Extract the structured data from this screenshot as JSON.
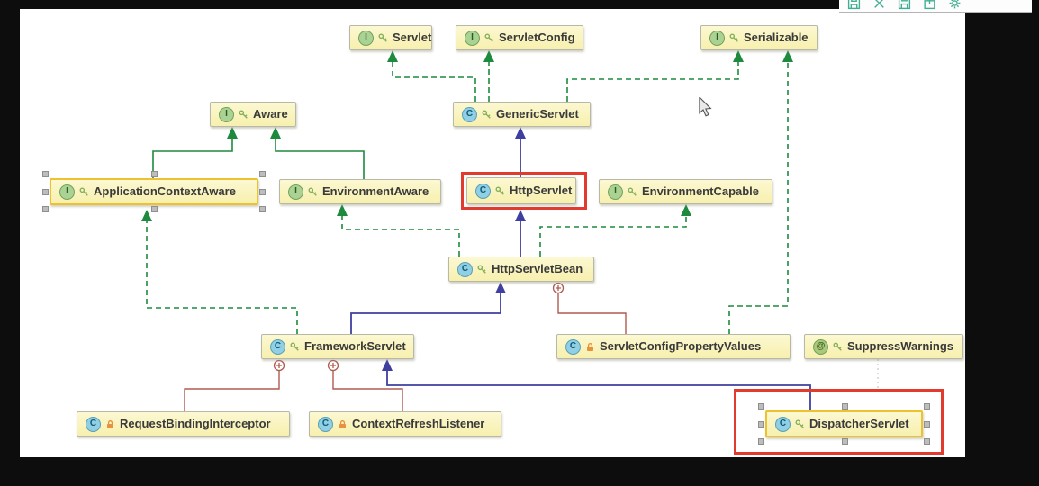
{
  "ui": {
    "view": "IntelliJ IDEA UML class diagram popup",
    "cursor": "arrow-pointer"
  },
  "toolbar": {
    "icons": [
      {
        "name": "save-diagram"
      },
      {
        "name": "actual-size"
      },
      {
        "name": "save-copy"
      },
      {
        "name": "export-to-file"
      },
      {
        "name": "settings"
      }
    ]
  },
  "diagram": {
    "nodes": [
      {
        "id": "servlet",
        "label": "Servlet",
        "kind": "interface",
        "badge": "I",
        "visibility": "public"
      },
      {
        "id": "servlet-config",
        "label": "ServletConfig",
        "kind": "interface",
        "badge": "I",
        "visibility": "public"
      },
      {
        "id": "serializable",
        "label": "Serializable",
        "kind": "interface",
        "badge": "I",
        "visibility": "public"
      },
      {
        "id": "aware",
        "label": "Aware",
        "kind": "interface",
        "badge": "I",
        "visibility": "public"
      },
      {
        "id": "generic-servlet",
        "label": "GenericServlet",
        "kind": "class",
        "badge": "C",
        "visibility": "public"
      },
      {
        "id": "application-context-aware",
        "label": "ApplicationContextAware",
        "kind": "interface",
        "badge": "I",
        "visibility": "public",
        "selected": true
      },
      {
        "id": "environment-aware",
        "label": "EnvironmentAware",
        "kind": "interface",
        "badge": "I",
        "visibility": "public"
      },
      {
        "id": "http-servlet",
        "label": "HttpServlet",
        "kind": "class",
        "badge": "C",
        "visibility": "public",
        "highlighted_red_box": true
      },
      {
        "id": "environment-capable",
        "label": "EnvironmentCapable",
        "kind": "interface",
        "badge": "I",
        "visibility": "public"
      },
      {
        "id": "http-servlet-bean",
        "label": "HttpServletBean",
        "kind": "class",
        "badge": "C",
        "visibility": "public"
      },
      {
        "id": "framework-servlet",
        "label": "FrameworkServlet",
        "kind": "class",
        "badge": "C",
        "visibility": "public"
      },
      {
        "id": "servlet-config-property-values",
        "label": "ServletConfigPropertyValues",
        "kind": "class",
        "badge": "C",
        "visibility": "private"
      },
      {
        "id": "suppress-warnings",
        "label": "SuppressWarnings",
        "kind": "annotation",
        "badge": "@",
        "visibility": "public"
      },
      {
        "id": "request-binding-interceptor",
        "label": "RequestBindingInterceptor",
        "kind": "class",
        "badge": "C",
        "visibility": "private"
      },
      {
        "id": "context-refresh-listener",
        "label": "ContextRefreshListener",
        "kind": "class",
        "badge": "C",
        "visibility": "private"
      },
      {
        "id": "dispatcher-servlet",
        "label": "DispatcherServlet",
        "kind": "class",
        "badge": "C",
        "visibility": "public",
        "selected": true,
        "highlighted_red_box": true
      }
    ],
    "edges": [
      {
        "from": "GenericServlet",
        "to": "Servlet",
        "type": "implements",
        "style": "green-dashed"
      },
      {
        "from": "GenericServlet",
        "to": "ServletConfig",
        "type": "implements",
        "style": "green-dashed"
      },
      {
        "from": "GenericServlet",
        "to": "Serializable",
        "type": "implements",
        "style": "green-dashed"
      },
      {
        "from": "ApplicationContextAware",
        "to": "Aware",
        "type": "extends-interface",
        "style": "green-solid"
      },
      {
        "from": "EnvironmentAware",
        "to": "Aware",
        "type": "extends-interface",
        "style": "green-solid"
      },
      {
        "from": "HttpServlet",
        "to": "GenericServlet",
        "type": "extends",
        "style": "blue-solid"
      },
      {
        "from": "HttpServletBean",
        "to": "HttpServlet",
        "type": "extends",
        "style": "blue-solid"
      },
      {
        "from": "HttpServletBean",
        "to": "EnvironmentAware",
        "type": "implements",
        "style": "green-dashed"
      },
      {
        "from": "HttpServletBean",
        "to": "EnvironmentCapable",
        "type": "implements",
        "style": "green-dashed"
      },
      {
        "from": "FrameworkServlet",
        "to": "HttpServletBean",
        "type": "extends",
        "style": "blue-solid"
      },
      {
        "from": "FrameworkServlet",
        "to": "ApplicationContextAware",
        "type": "implements",
        "style": "green-dashed"
      },
      {
        "from": "ServletConfigPropertyValues",
        "to": "Serializable",
        "type": "implements",
        "style": "green-dashed"
      },
      {
        "from": "HttpServletBean",
        "to": "ServletConfigPropertyValues",
        "type": "inner-class",
        "style": "red-anchor"
      },
      {
        "from": "FrameworkServlet",
        "to": "RequestBindingInterceptor",
        "type": "inner-class",
        "style": "red-anchor"
      },
      {
        "from": "FrameworkServlet",
        "to": "ContextRefreshListener",
        "type": "inner-class",
        "style": "red-anchor"
      },
      {
        "from": "DispatcherServlet",
        "to": "FrameworkServlet",
        "type": "extends",
        "style": "blue-solid"
      },
      {
        "from": "SuppressWarnings",
        "to": "DispatcherServlet",
        "type": "annotation-usage",
        "style": "gray-dotted"
      }
    ],
    "colors": {
      "implements_green": "#1d8a3e",
      "extends_blue": "#3f3f9f",
      "inner_class_red": "#b05a50",
      "annotation_highlight_red": "#e23b2e",
      "selection_gold": "#eec22e",
      "node_background": "#f9f3b8",
      "canvas": "#ffffff"
    }
  }
}
